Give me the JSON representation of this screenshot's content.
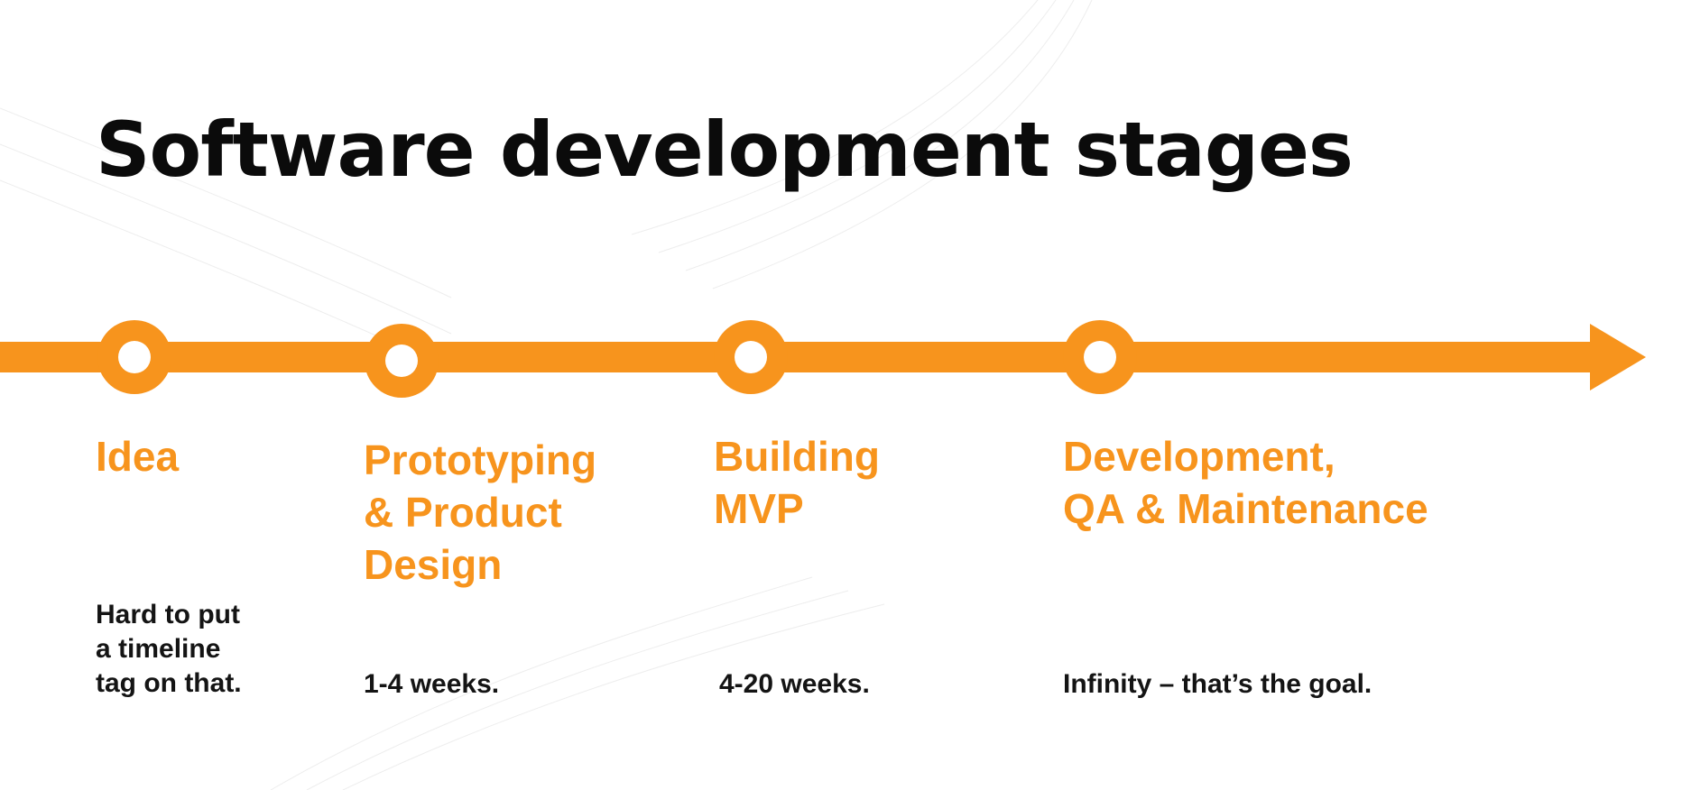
{
  "title": "Software development stages",
  "colors": {
    "accent": "#f7941d",
    "text": "#141414",
    "background": "#ffffff"
  },
  "stages": [
    {
      "title": "Idea",
      "description": "Hard to put\na timeline\ntag on that."
    },
    {
      "title": "Prototyping\n& Product\nDesign",
      "description": "1-4 weeks."
    },
    {
      "title": "Building\nMVP",
      "description": "4-20 weeks."
    },
    {
      "title": "Development,\nQA & Maintenance",
      "description": "Infinity – that’s the goal."
    }
  ]
}
